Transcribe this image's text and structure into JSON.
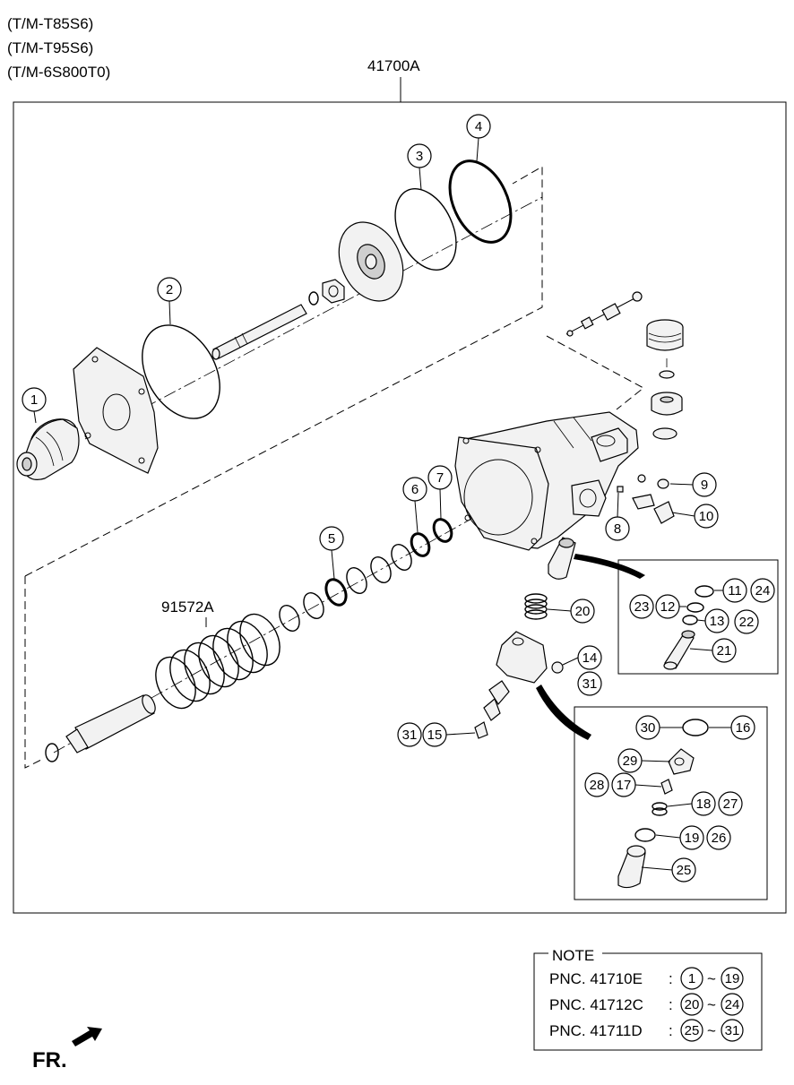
{
  "header": {
    "models": [
      "(T/M-T85S6)",
      "(T/M-T95S6)",
      "(T/M-6S800T0)"
    ],
    "assembly_pnc": "41700A",
    "spring_pnc": "91572A"
  },
  "callouts": [
    "1",
    "2",
    "3",
    "4",
    "5",
    "6",
    "7",
    "8",
    "9",
    "10",
    "11",
    "12",
    "13",
    "14",
    "15",
    "16",
    "17",
    "18",
    "19",
    "20",
    "21",
    "22",
    "23",
    "24",
    "25",
    "26",
    "27",
    "28",
    "29",
    "30",
    "31"
  ],
  "note": {
    "title": "NOTE",
    "rows": [
      {
        "pnc_label": "PNC. 41710E",
        "sep": ":",
        "from": "1",
        "tilde": "~",
        "to": "19"
      },
      {
        "pnc_label": "PNC. 41712C",
        "sep": ":",
        "from": "20",
        "tilde": "~",
        "to": "24"
      },
      {
        "pnc_label": "PNC. 41711D",
        "sep": ":",
        "from": "25",
        "tilde": "~",
        "to": "31"
      }
    ]
  },
  "front_indicator": "FR."
}
